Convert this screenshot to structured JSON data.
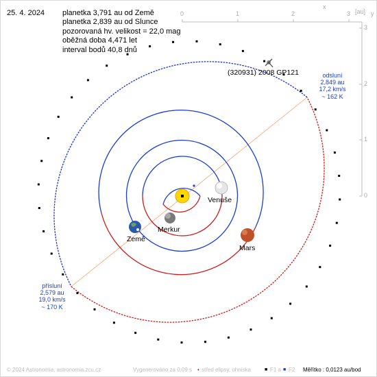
{
  "date": "25. 4. 2024",
  "info_lines": [
    "planetka 3,791 au od Země",
    "planetka 2,839 au od Slunce",
    "pozorovaná hv. velikost = 22,0 mag",
    "oběžná doba 4,471 let",
    "interval bodů 40,8 dnů"
  ],
  "asteroid_label": "(320931) 2008 GP121",
  "planets": {
    "mercury": "Merkur",
    "venus": "Venuše",
    "earth": "Země",
    "mars": "Mars"
  },
  "aphelion": {
    "title": "odsluní",
    "distance": "2,849 au",
    "speed": "17,2 km/s",
    "temperature": "~ 162 K"
  },
  "perihelion": {
    "title": "přísluní",
    "distance": "2,579 au",
    "speed": "19,0 km/s",
    "temperature": "~ 170 K"
  },
  "axes": {
    "top_ticks": [
      "0",
      "1",
      "2",
      "3"
    ],
    "top_x_label": "x",
    "top_unit": "[au]",
    "right_ticks": [
      "3",
      "2",
      "1",
      "0"
    ],
    "right_y_label": "y"
  },
  "footer": {
    "copyright": "© 2024 Astronomia, astronomia.zcu.cz",
    "generated": "Vygenerováno za 0,09 s",
    "center_dot": "•",
    "center_legend": "střed elipsy, ohniska",
    "f1_dot": "■",
    "f1_label": "F1 a",
    "f2_dot": "■",
    "f2_label": "F2",
    "scale": "Měřítko : 0,0123 au/bod"
  },
  "colors": {
    "asteroid_orbit_far": "#1a2fd0",
    "asteroid_orbit_near": "#cc1a1a",
    "planet_orbit_far": "#1a3cd0",
    "planet_orbit_near": "#cc1a1a",
    "apsis_line": "#f4a070",
    "label_blue": "#1a3cc8",
    "sun": "#ffd700",
    "mars": "#c0502a"
  }
}
